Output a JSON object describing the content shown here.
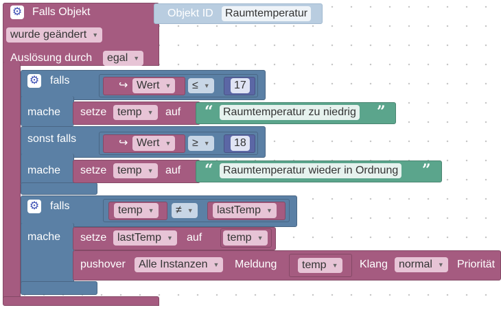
{
  "trigger": {
    "title": "Falls Objekt",
    "object_id_label": "Objekt ID",
    "object_id_value": "Raumtemperatur",
    "change_mode": "wurde geändert",
    "triggered_by_label": "Auslösung durch",
    "triggered_by_value": "egal"
  },
  "if1": {
    "falls": "falls",
    "mache": "mache",
    "sonst_falls": "sonst falls",
    "cond1": {
      "left": "Wert",
      "op": "≤",
      "right": "17"
    },
    "action1": {
      "setze": "setze",
      "var": "temp",
      "auf": "auf",
      "text": "Raumtemperatur zu niedrig"
    },
    "cond2": {
      "left": "Wert",
      "op": "≥",
      "right": "18"
    },
    "action2": {
      "setze": "setze",
      "var": "temp",
      "auf": "auf",
      "text": "Raumtemperatur wieder in Ordnung"
    }
  },
  "if2": {
    "falls": "falls",
    "mache": "mache",
    "cond": {
      "left": "temp",
      "op": "≠",
      "right": "lastTemp"
    },
    "set": {
      "setze": "setze",
      "var": "lastTemp",
      "auf": "auf",
      "value": "temp"
    },
    "pushover": {
      "label": "pushover",
      "instance": "Alle Instanzen",
      "meldung": "Meldung",
      "message_var": "temp",
      "klang": "Klang",
      "sound": "normal",
      "prioritaet": "Priorität"
    }
  },
  "icons": {
    "gear": "gear-icon",
    "dropdown": "dropdown-arrow-icon",
    "value_ref": "return-arrow-icon",
    "quote": "quote-icon"
  },
  "colors": {
    "event": "#a55b80",
    "logic": "#5b80a5",
    "text": "#5ba58c",
    "number": "#5b67a5"
  }
}
